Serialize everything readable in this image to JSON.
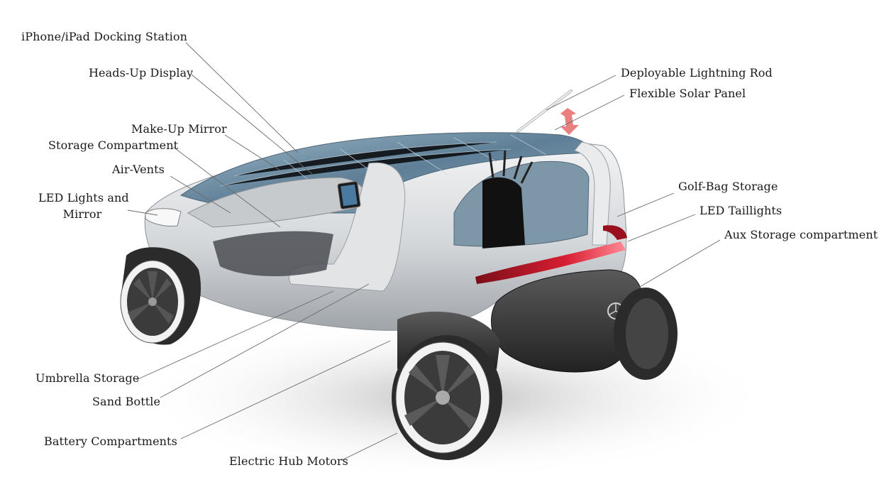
{
  "labels": {
    "iphone_dock": "iPhone/iPad Docking Station",
    "hud": "Heads-Up Display",
    "makeup_mirror": "Make-Up Mirror",
    "storage_compartment": "Storage Compartment",
    "air_vents": "Air-Vents",
    "led_lights_line1": "LED Lights and",
    "led_lights_line2": "Mirror",
    "umbrella_storage": "Umbrella Storage",
    "sand_bottle": "Sand Bottle",
    "battery_compartments": "Battery Compartments",
    "electric_hub_motors": "Electric Hub Motors",
    "lightning_rod": "Deployable Lightning Rod",
    "solar_panel": "Flexible Solar Panel",
    "golf_bag_storage": "Golf-Bag Storage",
    "led_taillights": "LED Taillights",
    "aux_storage": "Aux Storage compartment"
  },
  "colors": {
    "body_silver": "#d9dcdf",
    "glass_blue": "#6f8fa6",
    "carbon": "#3a3a3a",
    "taillight_red": "#c0182a",
    "leader_line": "#6b6b6b"
  }
}
